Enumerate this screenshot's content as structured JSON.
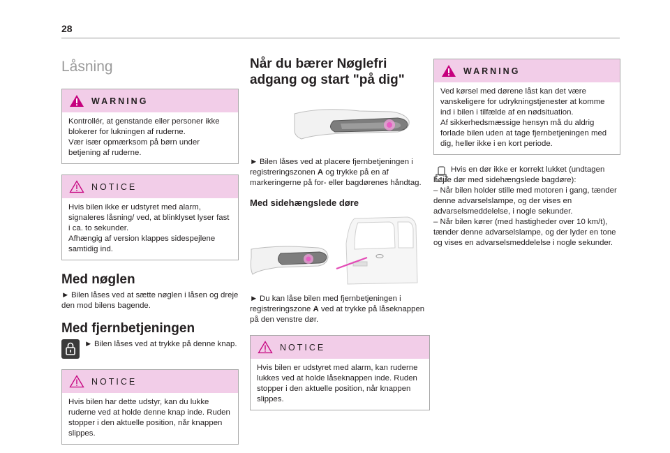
{
  "page_number": "28",
  "col1": {
    "title": "Låsning",
    "warning": {
      "label": "WARNING",
      "text": "Kontrollér, at genstande eller personer ikke blokerer for lukningen af ruderne.\nVær især opmærksom på børn under betjening af ruderne."
    },
    "notice1": {
      "label": "NOTICE",
      "text": "Hvis bilen ikke er udstyret med alarm, signaleres låsning/ ved, at blinklyset lyser fast i ca. to sekunder.\nAfhængig af version klappes sidespejlene samtidig ind."
    },
    "with_key_heading": "Med nøglen",
    "with_key_text": "Bilen låses ved at sætte nøglen i låsen og dreje den mod bilens bagende.",
    "remote_heading": "Med fjernbetjeningen",
    "remote_text": "Bilen låses ved at trykke på denne knap.",
    "notice2": {
      "label": "NOTICE",
      "text": "Hvis bilen har dette udstyr, kan du lukke ruderne ved at holde denne knap inde. Ruden stopper i den aktuelle position, når knappen slippes."
    }
  },
  "col2": {
    "heading": "Når du bærer Nøglefri adgang og start \"på dig\"",
    "text1_a": "Bilen låses ved at placere fjernbetjeningen i registreringszonen ",
    "text1_b": "A",
    "text1_c": " og trykke på en af markeringerne på for- eller bagdørenes håndtag.",
    "sub_heading": "Med sidehængslede døre",
    "text2_a": "Du kan låse bilen med fjernbetjeningen i registreringszone ",
    "text2_b": "A",
    "text2_c": " ved at trykke på låseknappen på den venstre dør.",
    "notice": {
      "label": "NOTICE",
      "text": "Hvis bilen er udstyret med alarm, kan ruderne lukkes ved at holde låseknappen inde. Ruden stopper i den aktuelle position, når knappen slippes."
    }
  },
  "col3": {
    "warning": {
      "label": "WARNING",
      "text": "Ved kørsel med dørene låst kan det være vanskeligere for udrykningstjenester at komme ind i bilen i tilfælde af en nødsituation.\nAf sikkerhedsmæssige hensyn må du aldrig forlade bilen uden at tage fjernbetjeningen med dig, heller ikke i en kort periode."
    },
    "door_text": "Hvis en dør ikke er korrekt lukket (undtagen højre dør med sidehængslede bagdøre):\n–  Når bilen holder stille med motoren i gang, tænder denne advarselslampe, og der vises en advarselsmeddelelse, i nogle sekunder.\n–  Når bilen kører (med hastigheder over 10 km/t), tænder denne advarselslampe, og der lyder en tone og vises en advarselsmeddelelse i nogle sekunder."
  },
  "arrow_glyph": "►",
  "colors": {
    "box_header": "#f2cde8",
    "warning_icon": "#c6007e",
    "title_grey": "#9a9a9a"
  },
  "icons": [
    "warning-triangle-icon",
    "notice-triangle-icon",
    "lock-button-icon",
    "open-door-warning-icon"
  ]
}
